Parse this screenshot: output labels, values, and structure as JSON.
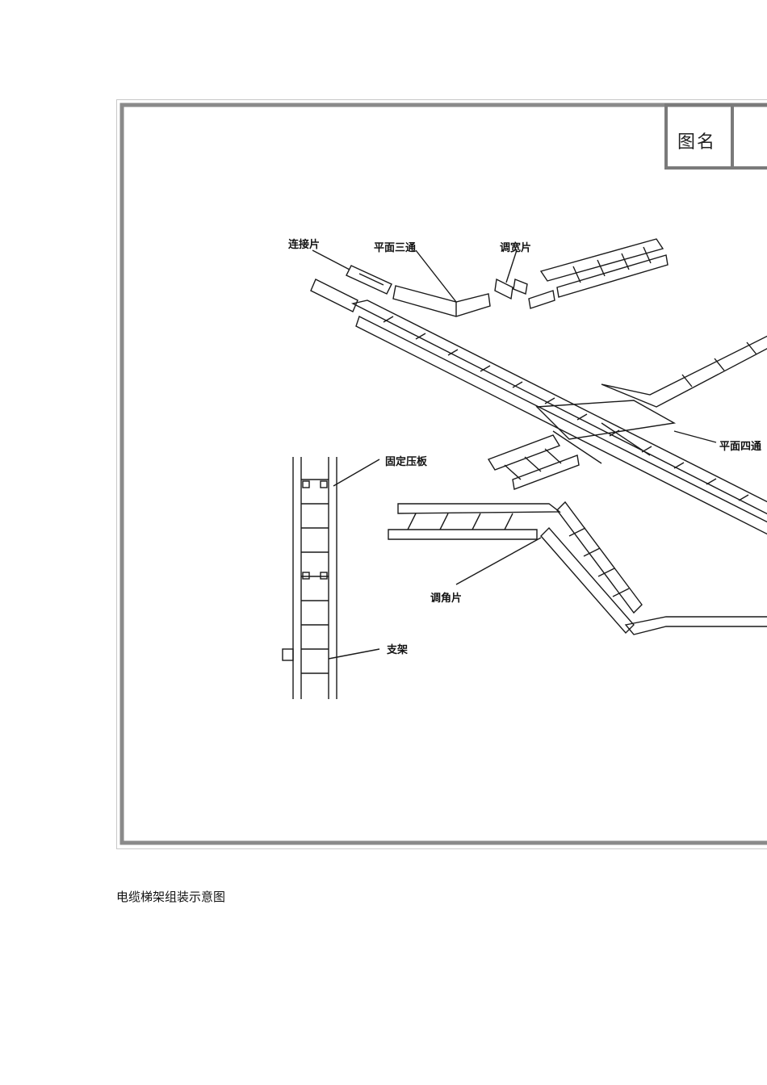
{
  "figure": {
    "title_cell": "图名",
    "labels": {
      "connector": "连接片",
      "flat_tee": "平面三通",
      "width_adapter": "调宽片",
      "flat_cross": "平面四通",
      "clamp_plate": "固定压板",
      "angle_adapter": "调角片",
      "support": "支架"
    }
  },
  "caption": "电缆梯架组装示意图"
}
